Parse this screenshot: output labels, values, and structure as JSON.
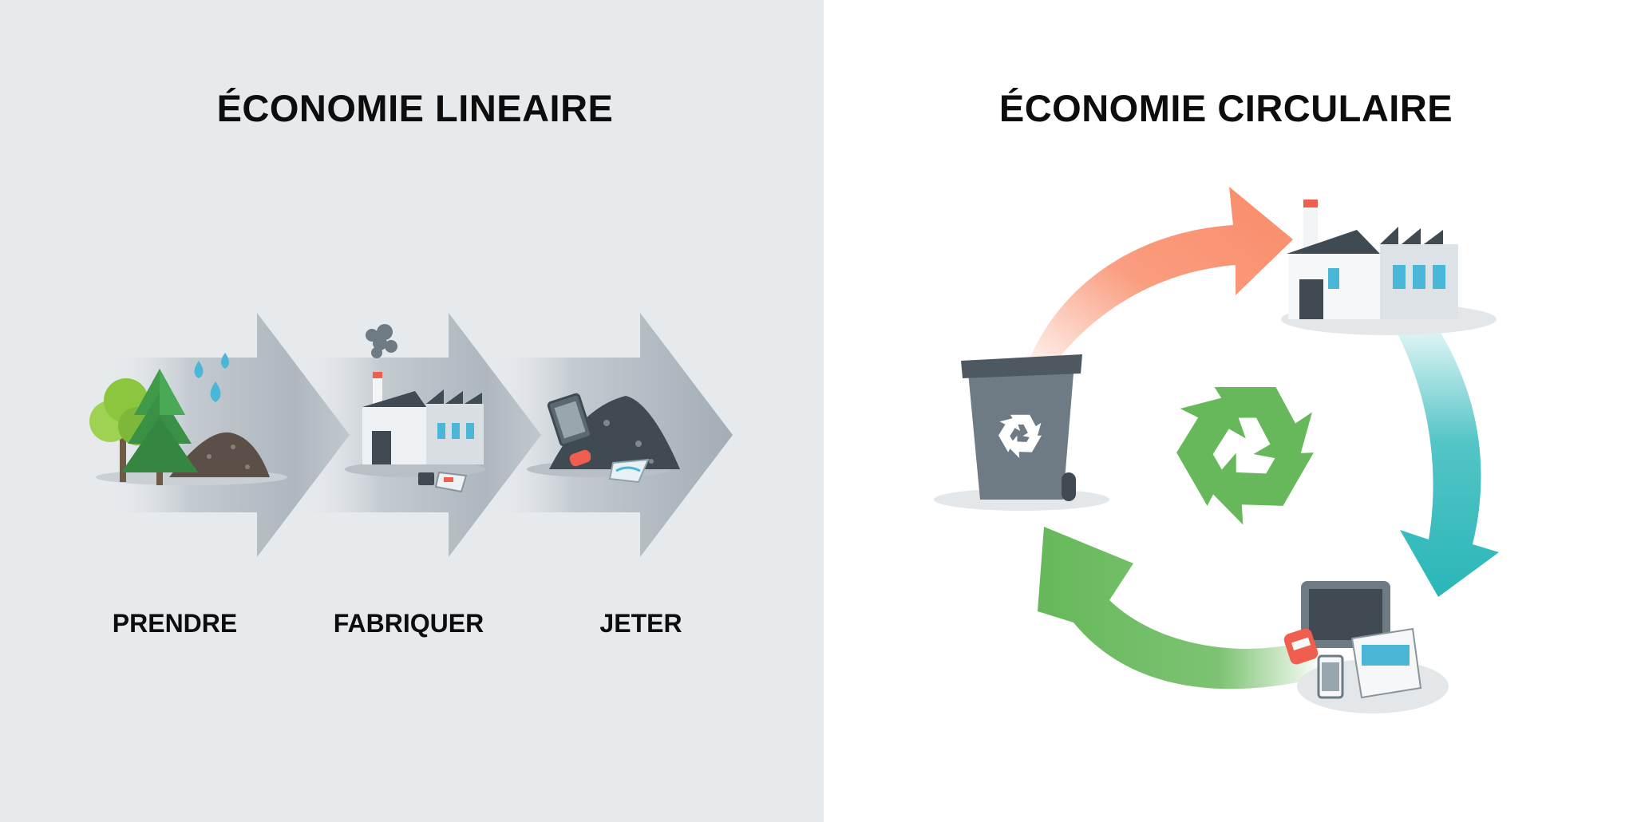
{
  "linear": {
    "title": "ÉCONOMIE LINEAIRE",
    "steps": [
      {
        "label": "PRENDRE",
        "icon": "raw-materials-icon"
      },
      {
        "label": "FABRIQUER",
        "icon": "factory-icon"
      },
      {
        "label": "JETER",
        "icon": "waste-pile-icon"
      }
    ],
    "arrow_color": "#a9b3bb"
  },
  "circular": {
    "title": "ÉCONOMIE CIRCULAIRE",
    "nodes": [
      "factory-icon",
      "products-icon",
      "recycling-bin-icon"
    ],
    "arrow_colors": {
      "make": "#f98b68",
      "use": "#29b6b8",
      "return": "#66b85a"
    },
    "center_icon": "recycle-symbol-icon",
    "center_color": "#66b85a"
  }
}
